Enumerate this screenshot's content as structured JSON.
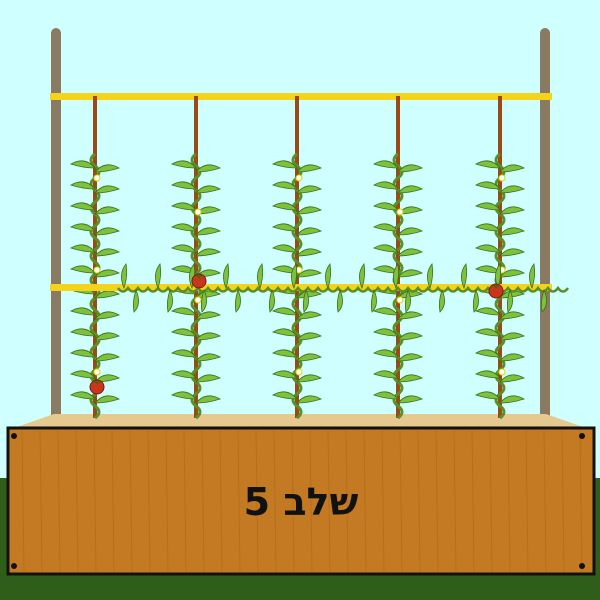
{
  "scene": {
    "label": "שלב 5",
    "plant_count": 5,
    "tomato_count": 3,
    "colors": {
      "sky": "#cfffff",
      "grass": "#2f5e1a",
      "box": "#c47a22",
      "box_dark": "#9a5b14",
      "soil": "#e6c98f",
      "post": "#8a7a62",
      "wire": "#f4d41b",
      "stem_string": "#9b4a16",
      "stem": "#5a8f2a",
      "leaf": "#7cc23c",
      "tomato": "#c8361b",
      "flower": "#ffffff"
    }
  }
}
